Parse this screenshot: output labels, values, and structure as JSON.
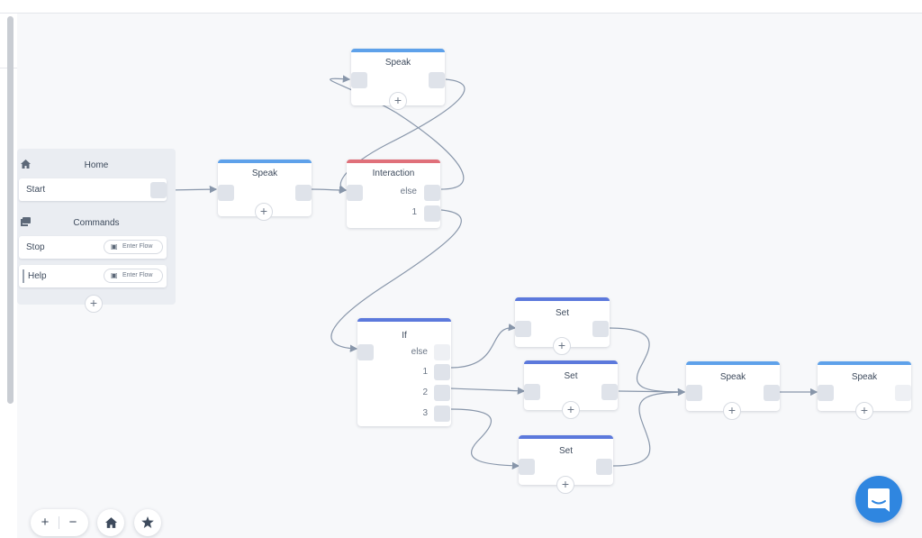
{
  "home_block": {
    "home_title": "Home",
    "start_label": "Start",
    "commands_title": "Commands",
    "commands": [
      {
        "label": "Stop",
        "button": "Enter Flow"
      },
      {
        "label": "Help",
        "button": "Enter Flow"
      }
    ],
    "add_symbol": "+"
  },
  "nodes": {
    "speak_top": {
      "title": "Speak"
    },
    "speak_1": {
      "title": "Speak"
    },
    "interaction": {
      "title": "Interaction",
      "ports": [
        "else",
        "1"
      ]
    },
    "if": {
      "title": "If",
      "ports": [
        "else",
        "1",
        "2",
        "3"
      ]
    },
    "set_1": {
      "title": "Set"
    },
    "set_2": {
      "title": "Set"
    },
    "set_3": {
      "title": "Set"
    },
    "speak_2": {
      "title": "Speak"
    },
    "speak_3": {
      "title": "Speak"
    }
  },
  "add_symbol": "+",
  "controls": {
    "zoom_in": "+",
    "zoom_out": "−"
  },
  "colors": {
    "speak_accent": "#5ea1ea",
    "interaction_accent": "#e0707a",
    "set_if_accent": "#5c79dc",
    "chat_button": "#2f86e0",
    "link": "#8896aa"
  },
  "icons": [
    "home-icon",
    "commands-icon",
    "flow-icon",
    "star-icon",
    "chat-icon"
  ]
}
